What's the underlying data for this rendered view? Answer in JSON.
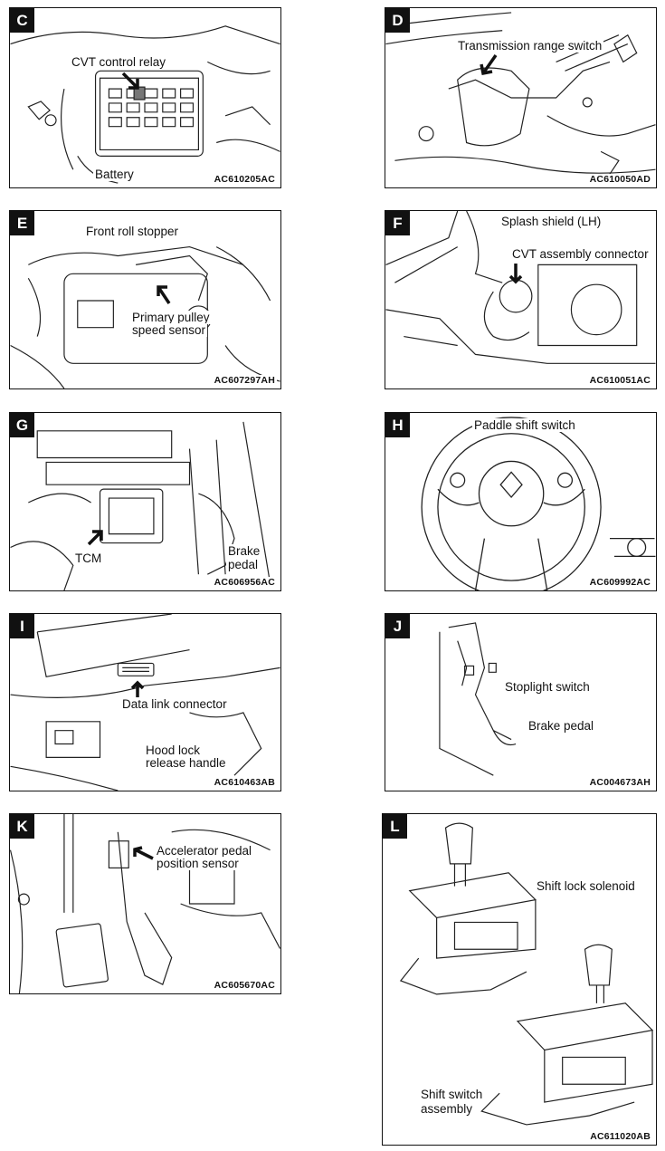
{
  "panels": {
    "c": {
      "letter": "C",
      "code": "AC610205AC",
      "labels": [
        "CVT control relay",
        "Battery"
      ]
    },
    "d": {
      "letter": "D",
      "code": "AC610050AD",
      "labels": [
        "Transmission range switch"
      ]
    },
    "e": {
      "letter": "E",
      "code": "AC607297AH",
      "labels": [
        "Front roll stopper",
        "Primary pulley",
        "speed sensor"
      ]
    },
    "f": {
      "letter": "F",
      "code": "AC610051AC",
      "labels": [
        "Splash shield (LH)",
        "CVT assembly connector"
      ]
    },
    "g": {
      "letter": "G",
      "code": "AC606956AC",
      "labels": [
        "TCM",
        "Brake",
        "pedal"
      ]
    },
    "h": {
      "letter": "H",
      "code": "AC609992AC",
      "labels": [
        "Paddle shift switch"
      ]
    },
    "i": {
      "letter": "I",
      "code": "AC610463AB",
      "labels": [
        "Data link connector",
        "Hood lock",
        "release handle"
      ]
    },
    "j": {
      "letter": "J",
      "code": "AC004673AH",
      "labels": [
        "Stoplight switch",
        "Brake pedal"
      ]
    },
    "k": {
      "letter": "K",
      "code": "AC605670AC",
      "labels": [
        "Accelerator pedal",
        "position sensor"
      ]
    },
    "l": {
      "letter": "L",
      "code": "AC611020AB",
      "labels": [
        "Shift lock solenoid",
        "Shift switch",
        "assembly"
      ]
    }
  }
}
